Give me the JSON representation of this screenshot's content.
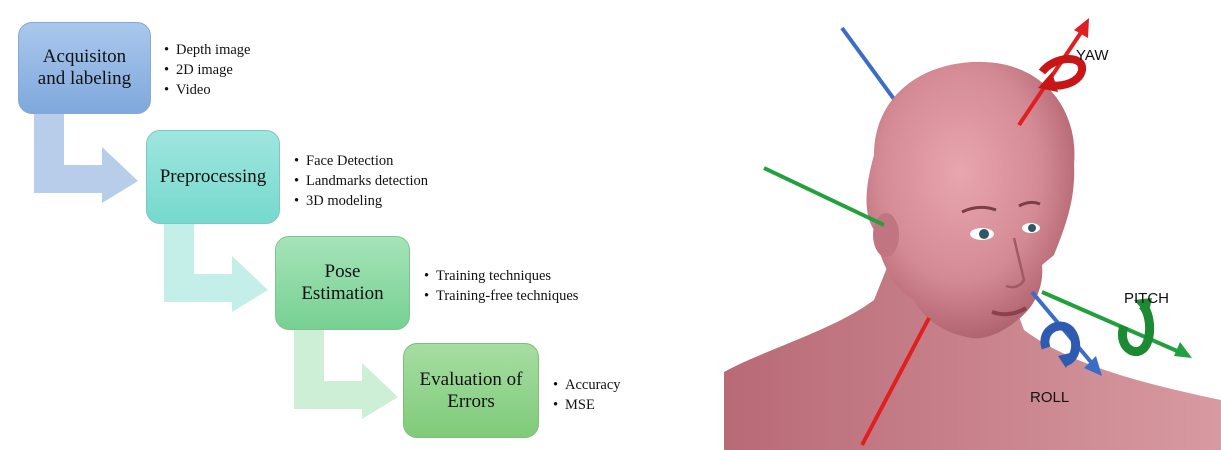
{
  "flow_steps": [
    {
      "label": "Acquisiton\nand labeling",
      "color": "#8fb4e3",
      "bullets": [
        "Depth image",
        "2D image",
        "Video"
      ]
    },
    {
      "label": "Preprocessing",
      "color": "#86ded4",
      "bullets": [
        "Face Detection",
        "Landmarks detection",
        "3D modeling"
      ]
    },
    {
      "label": "Pose\nEstimation",
      "color": "#8bd9a4",
      "bullets": [
        "Training techniques",
        "Training-free techniques"
      ]
    },
    {
      "label": "Evaluation of\nErrors",
      "color": "#90d38b",
      "bullets": [
        "Accuracy",
        "MSE"
      ]
    }
  ],
  "arrow_colors": [
    "#b8cdea",
    "#c4efe9",
    "#ccefd6"
  ],
  "head_figure": {
    "axes": {
      "yaw": {
        "label": "YAW",
        "color": "#e02020"
      },
      "pitch": {
        "label": "PITCH",
        "color": "#22a03c"
      },
      "roll": {
        "label": "ROLL",
        "color": "#3a6cc8"
      }
    },
    "skin_color": "#d48a94",
    "background": "#ffffff"
  }
}
